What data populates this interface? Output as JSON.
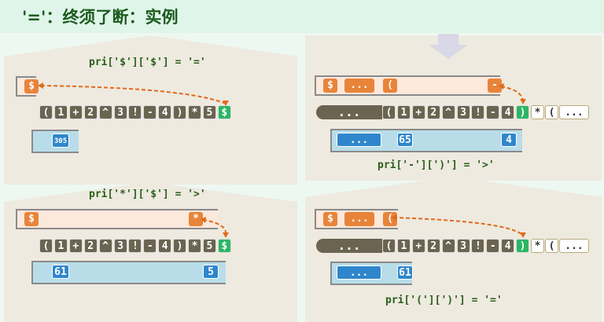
{
  "title": "'='：终须了断：实例",
  "panels": [
    {
      "caption": "pri['$']['$'] = '='",
      "stack": [
        "$"
      ],
      "tape": [
        "(",
        "1",
        "+",
        "2",
        "^",
        "3",
        "!",
        "-",
        "4",
        ")",
        "*",
        "5",
        "$"
      ],
      "current": 12,
      "operands": [
        "305"
      ]
    },
    {
      "caption": "pri['*']['$'] = '>'",
      "stack": [
        "$",
        "*"
      ],
      "tape": [
        "(",
        "1",
        "+",
        "2",
        "^",
        "3",
        "!",
        "-",
        "4",
        ")",
        "*",
        "5",
        "$"
      ],
      "current": 12,
      "operands": [
        "61",
        "5"
      ]
    },
    {
      "caption": "pri['-'][')'] = '>'",
      "stack": [
        "$",
        "...",
        "(",
        "-"
      ],
      "tape_prefix": "...",
      "tape": [
        "(",
        "1",
        "+",
        "2",
        "^",
        "3",
        "!",
        "-",
        "4",
        ")"
      ],
      "current": 9,
      "tape_rest": [
        "*",
        "(",
        "..."
      ],
      "operands": [
        "...",
        "65",
        "4"
      ]
    },
    {
      "caption": "pri['('][')'] = '='",
      "stack": [
        "$",
        "...",
        "("
      ],
      "tape_prefix": "...",
      "tape": [
        "(",
        "1",
        "+",
        "2",
        "^",
        "3",
        "!",
        "-",
        "4",
        ")"
      ],
      "current": 9,
      "tape_rest": [
        "*",
        "(",
        "..."
      ],
      "operands": [
        "...",
        "61"
      ]
    }
  ],
  "colors": {
    "stack": "#e8843a",
    "operand": "#2f86cc",
    "current": "#2db565",
    "tape": "#6b6451"
  }
}
